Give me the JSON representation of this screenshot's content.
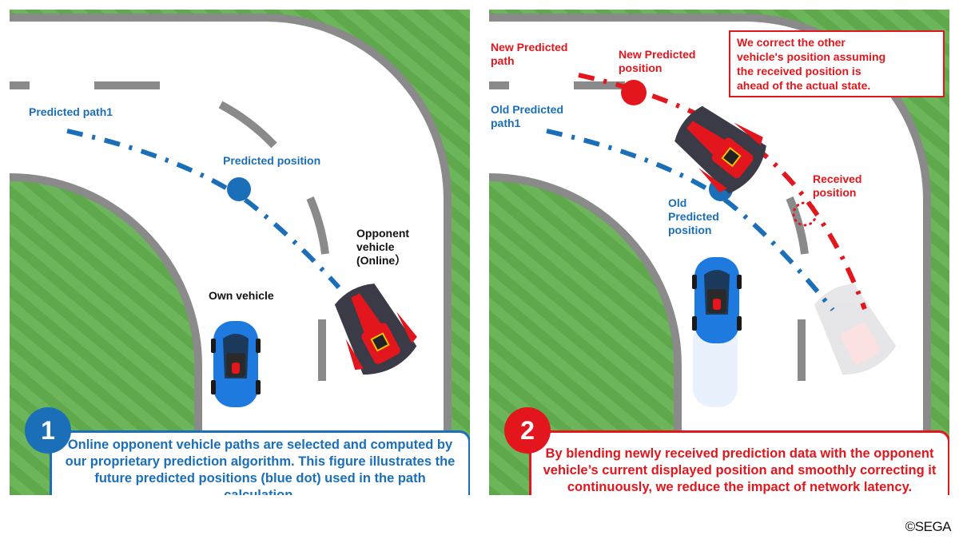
{
  "colors": {
    "blue": "#1a6fb8",
    "red": "#e2161c",
    "grass": "#5fa84c",
    "curb": "#8a8a8a",
    "road": "#ffffff"
  },
  "panel1": {
    "badge": "1",
    "labels": {
      "predicted_path": "Predicted path1",
      "predicted_position": "Predicted position",
      "opponent_vehicle": "Opponent\nvehicle\n(Online）",
      "own_vehicle": "Own vehicle"
    },
    "caption": "Online opponent vehicle paths are selected and computed by our proprietary prediction algorithm. This figure illustrates the future predicted positions (blue dot) used in the path calculation."
  },
  "panel2": {
    "badge": "2",
    "labels": {
      "new_predicted_path": "New Predicted\npath",
      "new_predicted_position": "New Predicted\nposition",
      "old_predicted_path": "Old Predicted\npath1",
      "old_predicted_position": "Old\nPredicted\nposition",
      "received_position": "Received\nposition"
    },
    "note": "We correct the other\nvehicle's position assuming\nthe received position is\nahead of the actual state.",
    "caption": "By blending newly received prediction data with the opponent vehicle’s current displayed position and smoothly correcting it continuously, we reduce the impact of network latency."
  },
  "copyright": "©SEGA"
}
